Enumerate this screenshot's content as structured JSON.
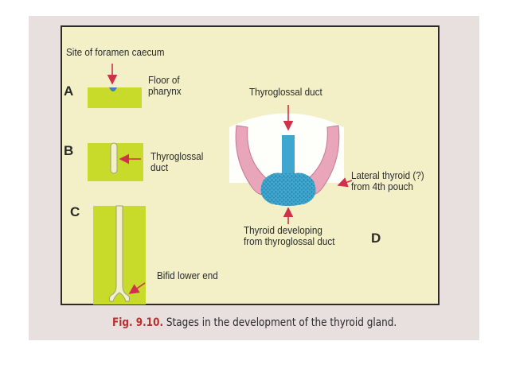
{
  "colors": {
    "background": "#ffffff",
    "photo": "#e7e0df",
    "panel": "#f3f0c8",
    "border": "#2e2a27",
    "yellow_green": "#c8da2a",
    "duct_blue": "#3fa7cf",
    "pink": "#e9a6bb",
    "arrow": "#d0304a",
    "caption_red": "#b5302f"
  },
  "labels": {
    "site": "Site of foramen caecum",
    "floor": "Floor of\npharynx",
    "thyroglossal_b": "Thyroglossal\nduct",
    "bifid": "Bifid lower end",
    "thyroglossal_d": "Thyroglossal duct",
    "lateral": "Lateral thyroid (?)\nfrom 4th pouch",
    "developing": "Thyroid developing\nfrom thyroglossal duct"
  },
  "stages": {
    "a": "A",
    "b": "B",
    "c": "C",
    "d": "D"
  },
  "caption": {
    "figure": "Fig. 9.10.",
    "text": "Stages in the development of the thyroid gland."
  }
}
